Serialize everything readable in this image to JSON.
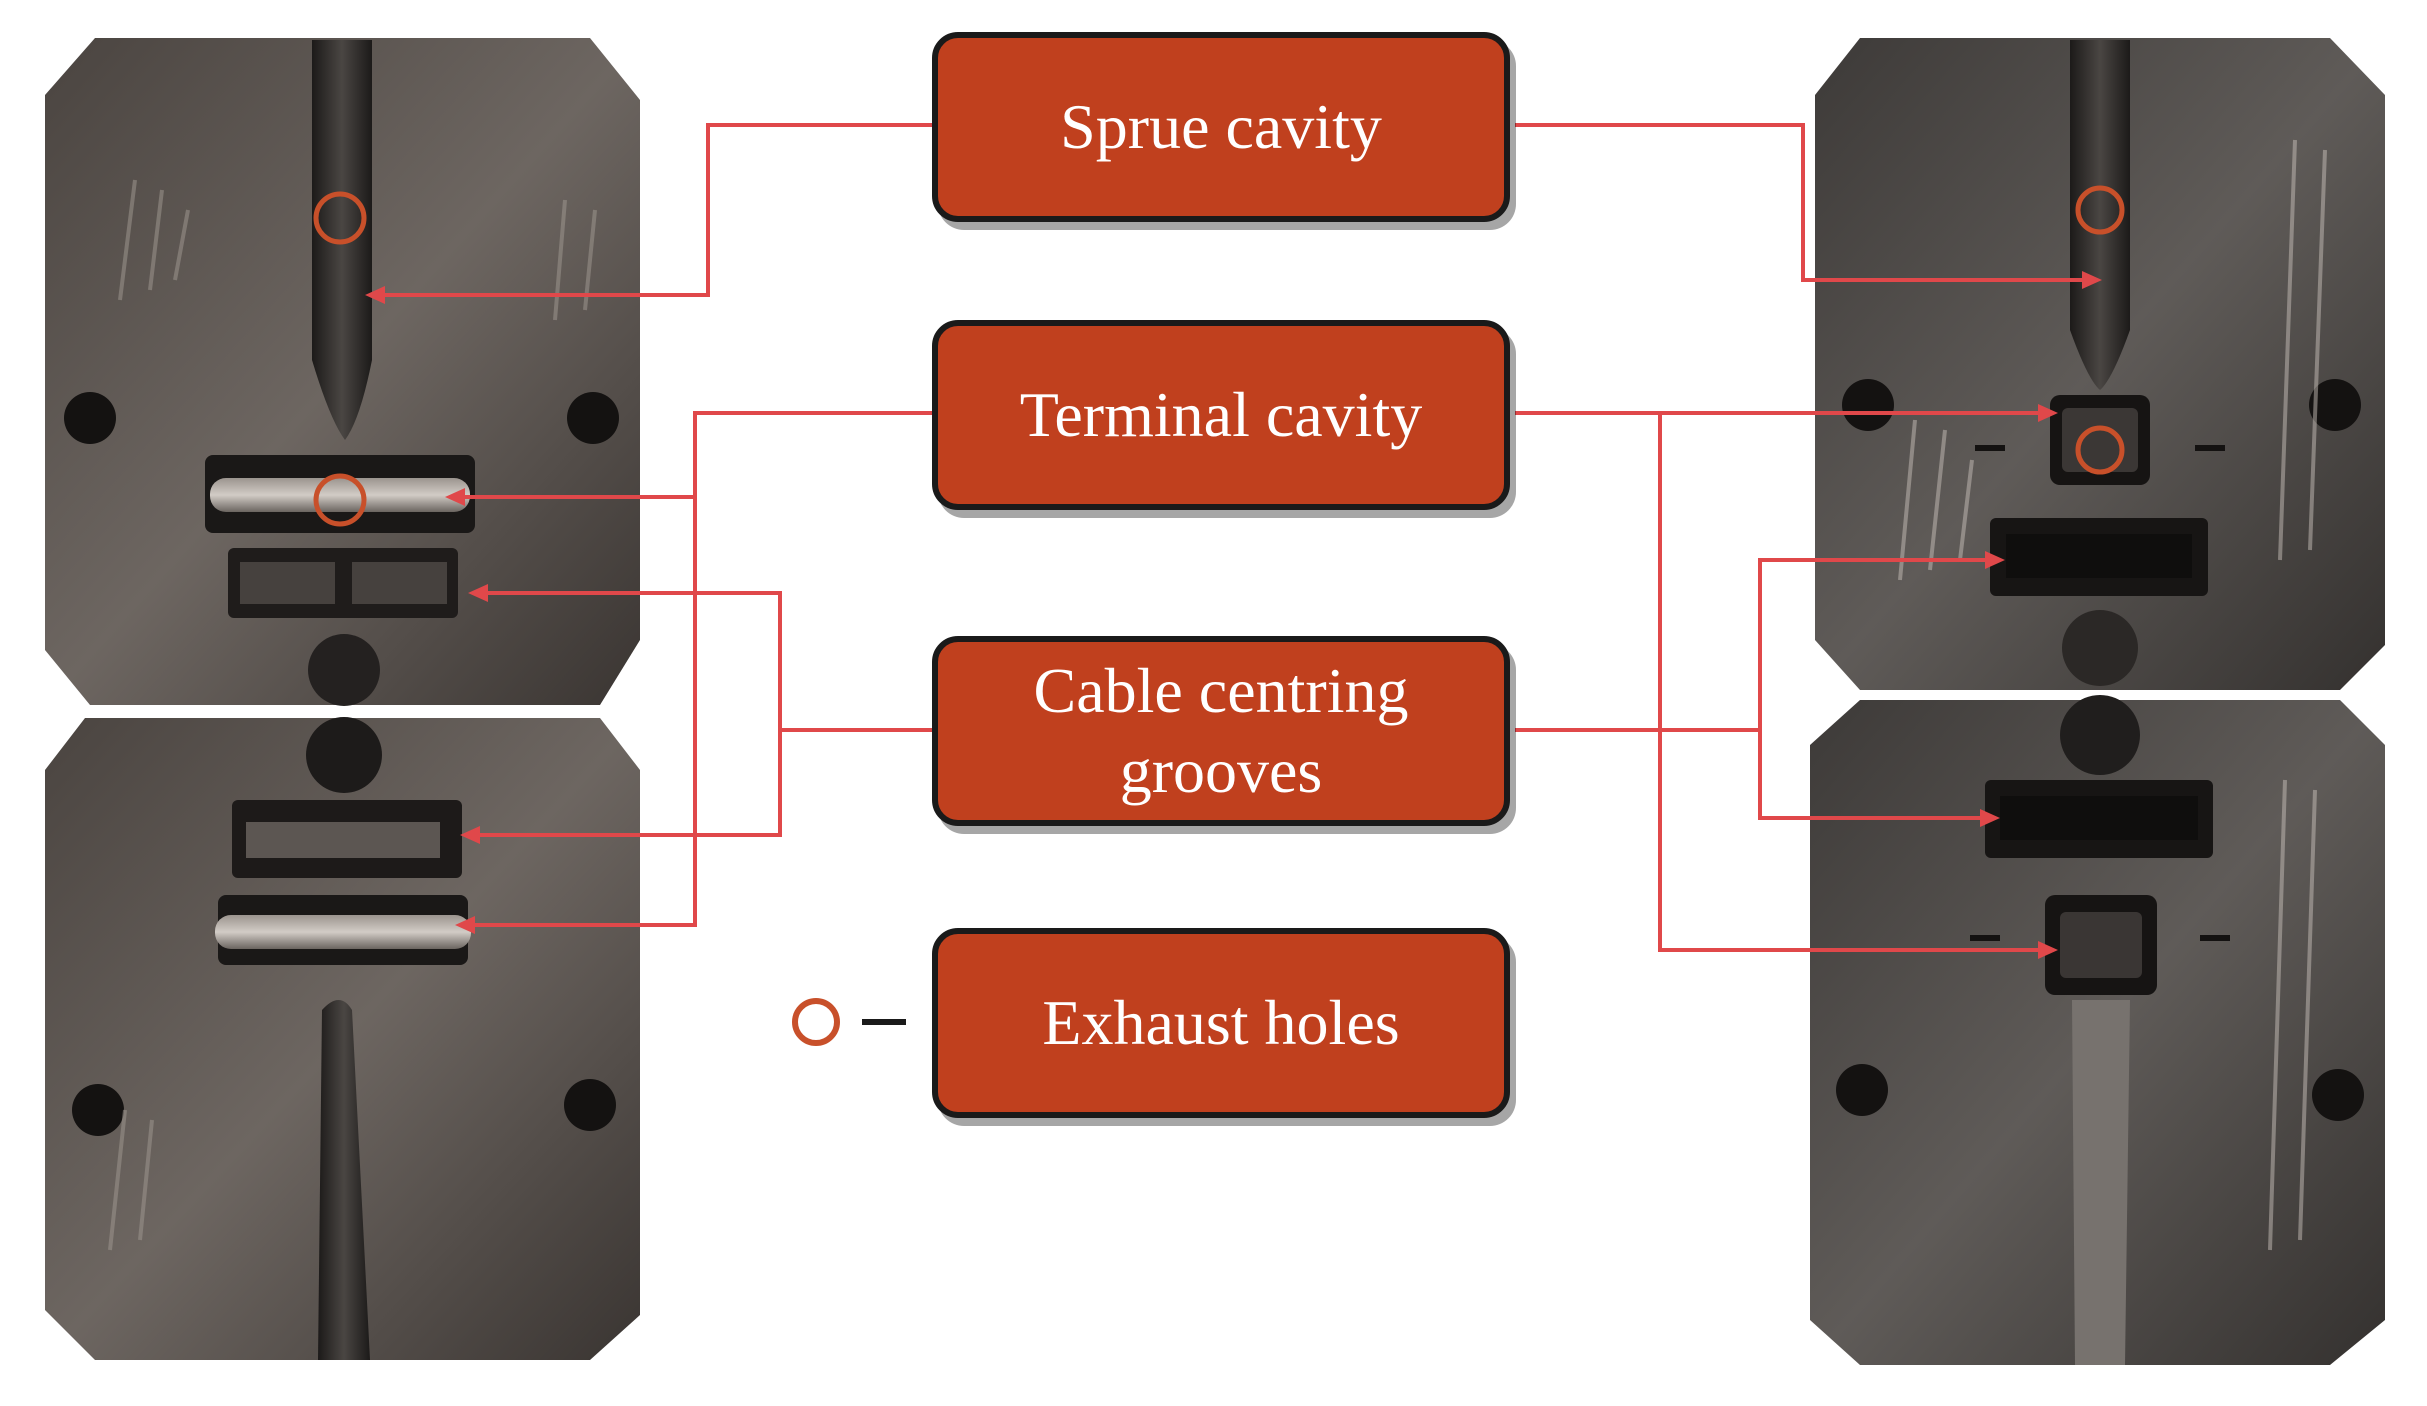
{
  "labels": {
    "sprue": "Sprue cavity",
    "terminal": "Terminal cavity",
    "cable_line1": "Cable centring",
    "cable_line2": "grooves",
    "exhaust": "Exhaust holes"
  },
  "colors": {
    "box_fill": "#c0401e",
    "box_border": "#1a1a1a",
    "leader_line": "#e0484a",
    "exhaust_ring": "#c8502a",
    "mold_steel_dark": "#2f2a27",
    "mold_steel_mid": "#55504b",
    "mold_steel_light": "#77716b"
  }
}
